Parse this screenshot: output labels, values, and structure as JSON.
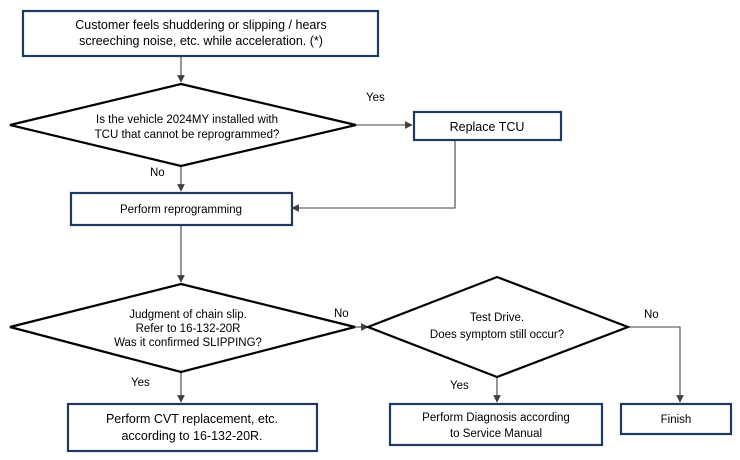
{
  "nodes": {
    "start": {
      "lines": [
        "Customer feels shuddering or slipping / hears",
        "screeching noise, etc. while acceleration. (*)"
      ]
    },
    "decision_1": {
      "lines": [
        "Is the vehicle 2024MY installed with",
        "TCU that cannot be reprogrammed?"
      ]
    },
    "replace_tcu": {
      "lines": [
        "Replace TCU"
      ]
    },
    "reprogram": {
      "lines": [
        "Perform reprogramming"
      ]
    },
    "decision_2": {
      "lines": [
        "Judgment of chain slip.",
        "Refer to 16-132-20R",
        "Was it confirmed SLIPPING?"
      ]
    },
    "decision_3": {
      "lines": [
        "Test Drive.",
        "Does symptom still occur?"
      ]
    },
    "cvt_replace": {
      "lines": [
        "Perform CVT replacement, etc.",
        "according to 16-132-20R."
      ]
    },
    "diagnosis": {
      "lines": [
        "Perform Diagnosis according",
        "to Service Manual"
      ]
    },
    "finish": {
      "lines": [
        "Finish"
      ]
    }
  },
  "edge_labels": {
    "d1_yes": "Yes",
    "d1_no": "No",
    "d2_no": "No",
    "d2_yes": "Yes",
    "d3_yes": "Yes",
    "d3_no": "No"
  },
  "colors": {
    "box_border": "#1f3a5f",
    "diamond_border": "#000000",
    "connector": "#404040"
  }
}
